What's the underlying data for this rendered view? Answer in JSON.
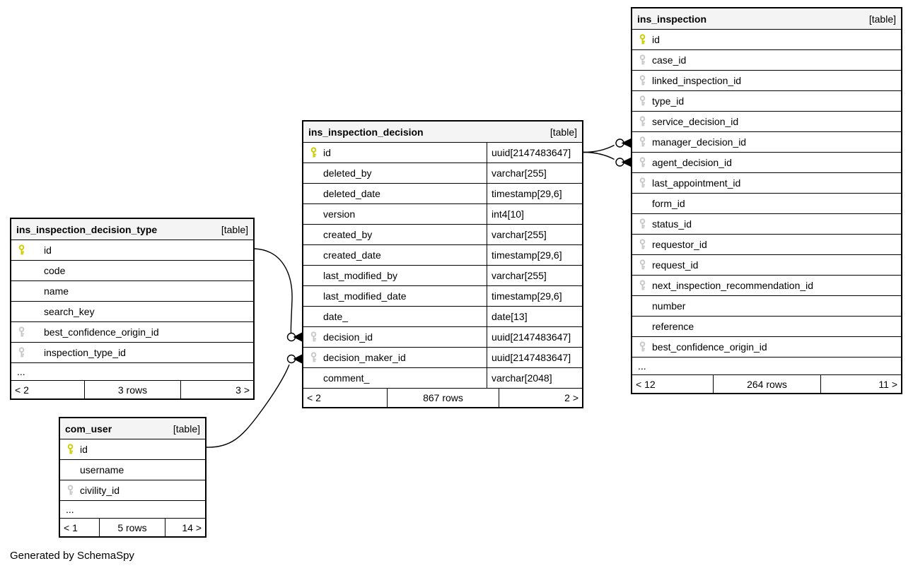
{
  "diagram": {
    "credit": "Generated by SchemaSpy"
  },
  "colors": {
    "primary_key": "#cdcd00",
    "foreign_key": "#c9c9c9",
    "header_bg": "#f4f4f4",
    "line": "#000000"
  },
  "tables": {
    "ins_inspection": {
      "title": "ins_inspection",
      "badge": "[table]",
      "columns": [
        {
          "name": "id",
          "key": "pk"
        },
        {
          "name": "case_id",
          "key": "fk"
        },
        {
          "name": "linked_inspection_id",
          "key": "fk"
        },
        {
          "name": "type_id",
          "key": "fk"
        },
        {
          "name": "service_decision_id",
          "key": "fk"
        },
        {
          "name": "manager_decision_id",
          "key": "fk"
        },
        {
          "name": "agent_decision_id",
          "key": "fk"
        },
        {
          "name": "last_appointment_id",
          "key": "fk"
        },
        {
          "name": "form_id"
        },
        {
          "name": "status_id",
          "key": "fk"
        },
        {
          "name": "requestor_id",
          "key": "fk"
        },
        {
          "name": "request_id",
          "key": "fk"
        },
        {
          "name": "next_inspection_recommendation_id",
          "key": "fk"
        },
        {
          "name": "number"
        },
        {
          "name": "reference"
        },
        {
          "name": "best_confidence_origin_id",
          "key": "fk"
        },
        {
          "name": "...",
          "ellipsis": true
        }
      ],
      "footer": {
        "left": "< 12",
        "center": "264 rows",
        "right": "11 >"
      }
    },
    "ins_inspection_decision": {
      "title": "ins_inspection_decision",
      "badge": "[table]",
      "has_types": true,
      "columns": [
        {
          "name": "id",
          "type": "uuid[2147483647]",
          "key": "pk"
        },
        {
          "name": "deleted_by",
          "type": "varchar[255]"
        },
        {
          "name": "deleted_date",
          "type": "timestamp[29,6]"
        },
        {
          "name": "version",
          "type": "int4[10]"
        },
        {
          "name": "created_by",
          "type": "varchar[255]"
        },
        {
          "name": "created_date",
          "type": "timestamp[29,6]"
        },
        {
          "name": "last_modified_by",
          "type": "varchar[255]"
        },
        {
          "name": "last_modified_date",
          "type": "timestamp[29,6]"
        },
        {
          "name": "date_",
          "type": "date[13]"
        },
        {
          "name": "decision_id",
          "type": "uuid[2147483647]",
          "key": "fk"
        },
        {
          "name": "decision_maker_id",
          "type": "uuid[2147483647]",
          "key": "fk"
        },
        {
          "name": "comment_",
          "type": "varchar[2048]"
        }
      ],
      "footer": {
        "left": "< 2",
        "center": "867 rows",
        "right": "2 >"
      }
    },
    "ins_inspection_decision_type": {
      "title": "ins_inspection_decision_type",
      "badge": "[table]",
      "columns": [
        {
          "name": "id",
          "key": "pk"
        },
        {
          "name": "code"
        },
        {
          "name": "name"
        },
        {
          "name": "search_key"
        },
        {
          "name": "best_confidence_origin_id",
          "key": "fk"
        },
        {
          "name": "inspection_type_id",
          "key": "fk"
        },
        {
          "name": "...",
          "ellipsis": true
        }
      ],
      "footer": {
        "left": "< 2",
        "center": "3 rows",
        "right": "3 >"
      }
    },
    "com_user": {
      "title": "com_user",
      "badge": "[table]",
      "columns": [
        {
          "name": "id",
          "key": "pk"
        },
        {
          "name": "username"
        },
        {
          "name": "civility_id",
          "key": "fk"
        },
        {
          "name": "...",
          "ellipsis": true
        }
      ],
      "footer": {
        "left": "< 1",
        "center": "5 rows",
        "right": "14 >"
      }
    }
  },
  "relationships": [
    {
      "from": "ins_inspection_decision_type.id",
      "to": "ins_inspection_decision.decision_id"
    },
    {
      "from": "com_user.id",
      "to": "ins_inspection_decision.decision_maker_id"
    },
    {
      "from": "ins_inspection_decision.id",
      "to": "ins_inspection.manager_decision_id"
    },
    {
      "from": "ins_inspection_decision.id",
      "to": "ins_inspection.agent_decision_id"
    }
  ]
}
